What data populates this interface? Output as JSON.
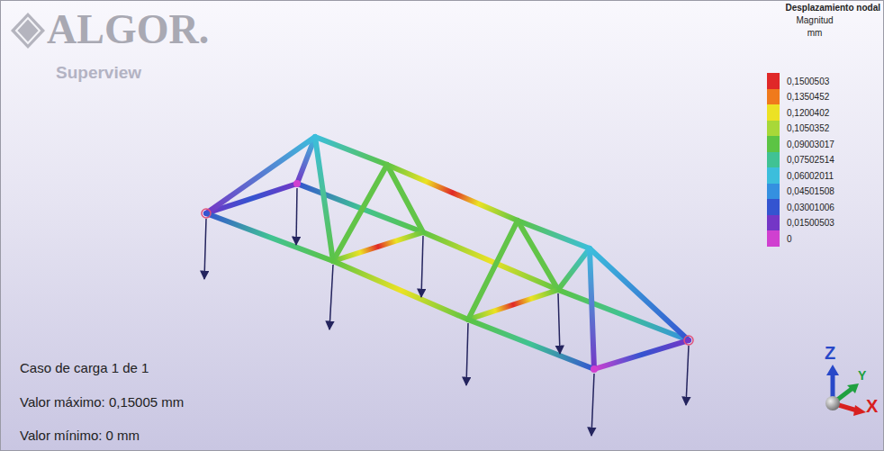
{
  "diagram": {
    "labels": [
      "ALGOR.",
      "Superview",
      "Desplazamiento nodal",
      "Magnitud",
      "mm",
      "Caso de carga 1 de 1",
      "Valor máximo: 0,15005 mm",
      "Valor mínimo: 0 mm",
      "Z",
      "Y",
      "X"
    ],
    "legend": [
      {
        "text": "0,1500503",
        "color": "#e02828"
      },
      {
        "text": "0,1350452",
        "color": "#f07a1c"
      },
      {
        "text": "0,1200402",
        "color": "#ece224"
      },
      {
        "text": "0,1050352",
        "color": "#a8d838"
      },
      {
        "text": "0,09003017",
        "color": "#5cc444"
      },
      {
        "text": "0,07502514",
        "color": "#40c294"
      },
      {
        "text": "0,06002011",
        "color": "#3cbedc"
      },
      {
        "text": "0,04501508",
        "color": "#3490e0"
      },
      {
        "text": "0,03001006",
        "color": "#3454d0"
      },
      {
        "text": "0,01500503",
        "color": "#7436c6"
      },
      {
        "text": "0",
        "color": "#d040d0"
      }
    ]
  }
}
